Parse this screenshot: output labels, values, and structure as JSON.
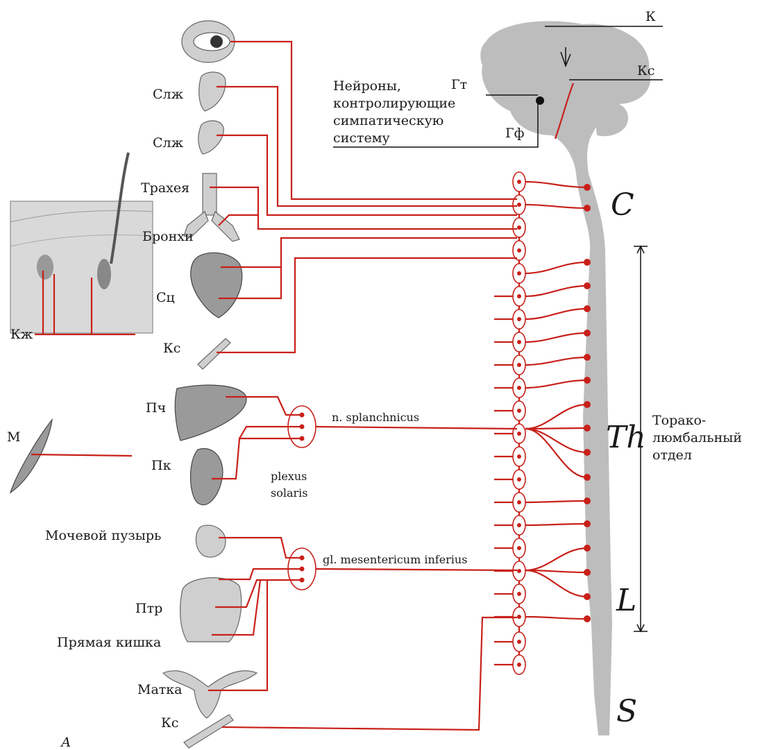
{
  "labels": {
    "k_top": "К",
    "ks_top": "Кс",
    "gt": "Гт",
    "gf": "Гф",
    "neurons_1": "Нейроны,",
    "neurons_2": "контролирующие",
    "neurons_3": "симпатическую",
    "neurons_4": "систему",
    "slzh_1": "Слж",
    "slzh_2": "Слж",
    "trachea": "Трахея",
    "bronchi": "Бронхи",
    "sc": "Сц",
    "ks_mid": "Кс",
    "kzh": "Кж",
    "pch": "Пч",
    "m": "М",
    "pk": "Пк",
    "bladder": "Мочевой пузырь",
    "ptr": "Птр",
    "rectum": "Прямая кишка",
    "uterus": "Матка",
    "ks_bottom": "Кс",
    "panel": "А",
    "splanchnicus": "n. splanchnicus",
    "plexus_1": "plexus",
    "plexus_2": "solaris",
    "mesentericum": "gl. mesentericum inferius",
    "region_c": "C",
    "region_th": "Th",
    "region_l": "L",
    "region_s": "S",
    "thoraco_1": "Торако-",
    "thoraco_2": "люмбальный",
    "thoraco_3": "отдел"
  },
  "colors": {
    "nerve": "#c8201a",
    "tissue": "#bdbdbd",
    "text": "#1a1a1a"
  }
}
